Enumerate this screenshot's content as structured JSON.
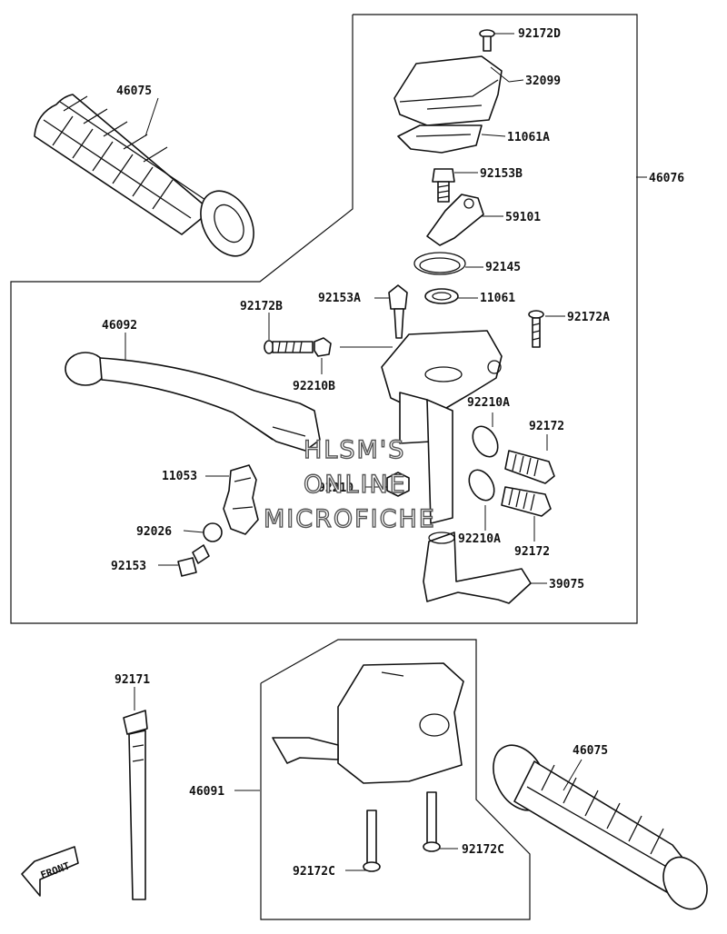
{
  "parts": {
    "p92172D": "92172D",
    "p32099": "32099",
    "p11061A": "11061A",
    "p46076": "46076",
    "p92153B": "92153B",
    "p59101": "59101",
    "p92145": "92145",
    "p92153A": "92153A",
    "p11061": "11061",
    "p92172B": "92172B",
    "p92172A": "92172A",
    "p46092": "46092",
    "p92210B": "92210B",
    "p92210A_top": "92210A",
    "p92172_top": "92172",
    "p11053": "11053",
    "p92210": "92210",
    "p92026": "92026",
    "p92210A_bottom": "92210A",
    "p92172_bottom": "92172",
    "p92153": "92153",
    "p39075": "39075",
    "p46075_top": "46075",
    "p92171": "92171",
    "p46091": "46091",
    "p46075_bottom": "46075",
    "p92172C_left": "92172C",
    "p92172C_right": "92172C"
  },
  "watermark": {
    "line1": "HLSM'S",
    "line2": "ONLINE",
    "line3": "MICROFICHE"
  },
  "front_badge": "FRONT"
}
